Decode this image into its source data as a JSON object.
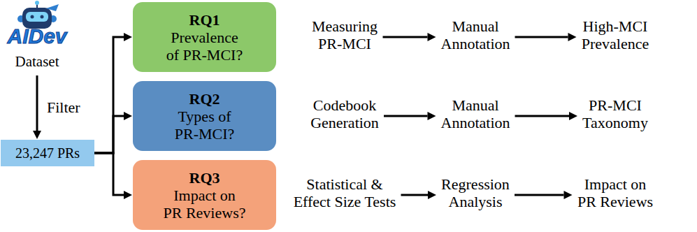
{
  "diagram": {
    "nodes": [
      {
        "text": [
          "AIDev",
          "Dataset"
        ]
      },
      {
        "text": [
          "23,247 PRs"
        ]
      },
      {
        "text": []
      },
      {
        "text": [
          "RQ1",
          "Prevalence of PR-MCI?"
        ],
        "in": 2
      },
      {
        "text": [
          "Measuring PR-MCI"
        ],
        "in": 2
      },
      {
        "text": [
          "Manual Annotation"
        ],
        "in": 2
      },
      {
        "text": [
          "High-MCI Prevalence"
        ],
        "in": 2
      },
      {
        "text": []
      },
      {
        "text": [
          "RQ2",
          "Types of PR-MCI?"
        ],
        "in": 7
      },
      {
        "text": [
          "Codebook Generation"
        ],
        "in": 7
      },
      {
        "text": [
          "Manual Annotation"
        ],
        "in": 7
      },
      {
        "text": [
          "PR-MCI Taxonomy"
        ],
        "in": 7
      },
      {
        "text": []
      },
      {
        "text": [
          "RQ3",
          "Impact on PR Reviews?"
        ],
        "in": 12
      },
      {
        "text": [
          "Statistical & Effect Size Tests"
        ],
        "in": 12
      },
      {
        "text": [
          "Regression Analysis"
        ],
        "in": 12
      },
      {
        "text": [
          "Impact on PR Reviews"
        ],
        "in": 12
      }
    ],
    "edges": [
      {
        "from": 0,
        "to": 1,
        "arrow": "to",
        "label": "Filter"
      },
      {
        "from": 1,
        "to": 3,
        "arrow": "to"
      },
      {
        "from": 1,
        "to": 8,
        "arrow": "to"
      },
      {
        "from": 1,
        "to": 13,
        "arrow": "to"
      },
      {
        "from": 4,
        "to": 5,
        "arrow": "to"
      },
      {
        "from": 5,
        "to": 6,
        "arrow": "to"
      },
      {
        "from": 9,
        "to": 10,
        "arrow": "to"
      },
      {
        "from": 10,
        "to": 11,
        "arrow": "to"
      },
      {
        "from": 14,
        "to": 15,
        "arrow": "to"
      },
      {
        "from": 15,
        "to": 16,
        "arrow": "to"
      }
    ]
  }
}
